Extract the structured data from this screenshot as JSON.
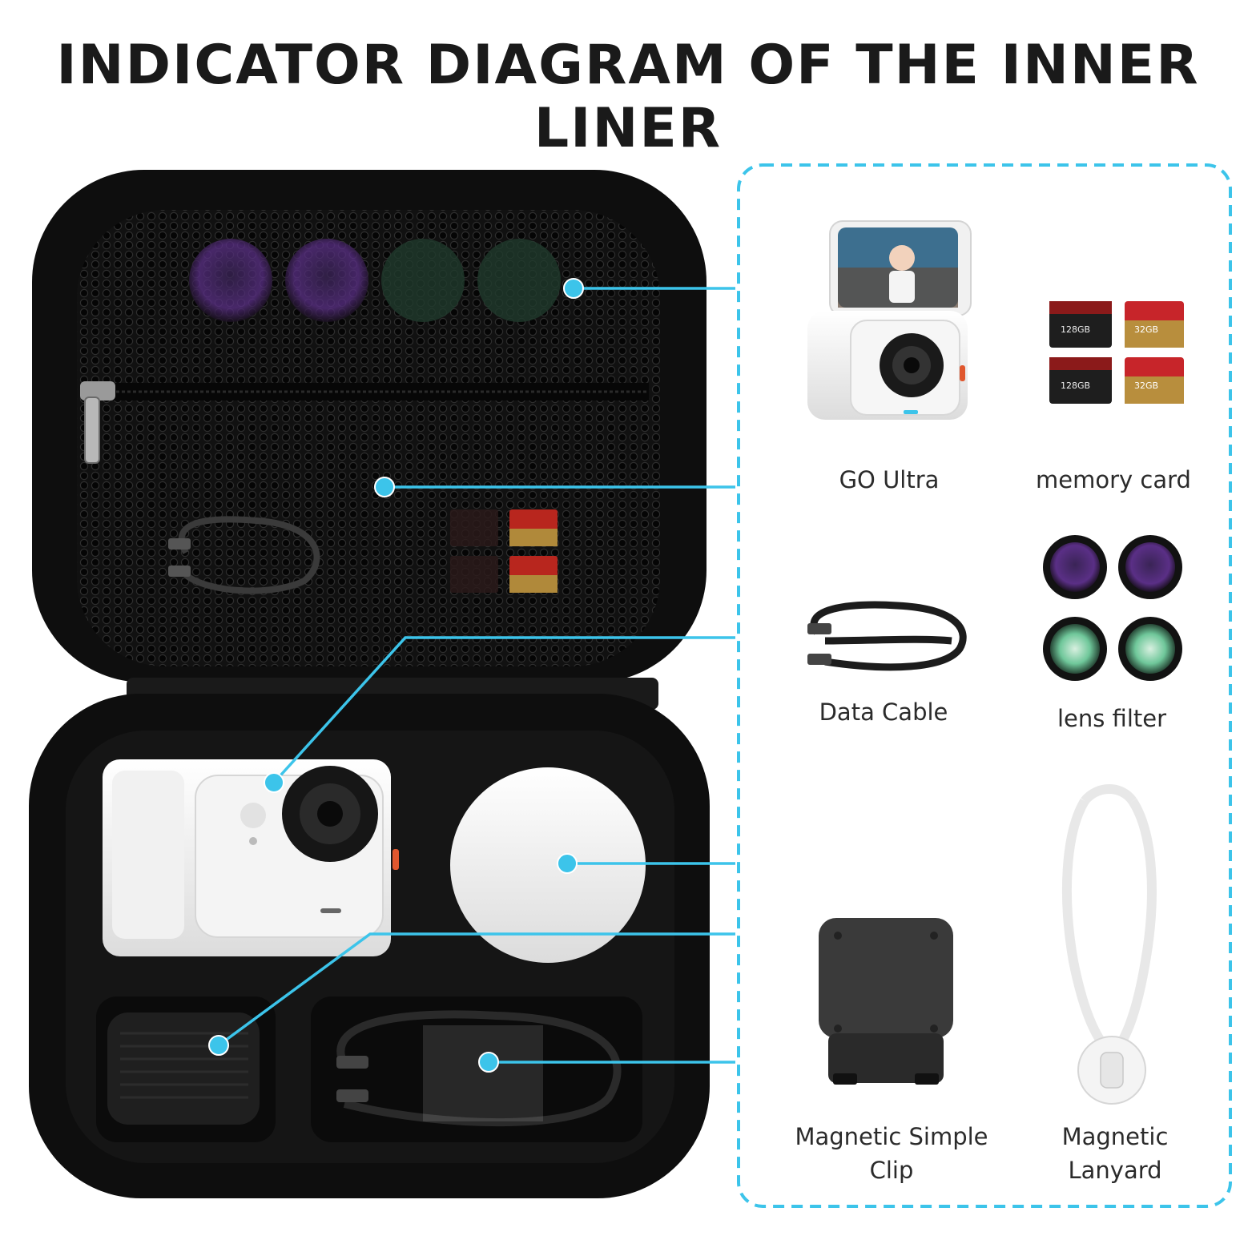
{
  "title": "INDICATOR DIAGRAM OF THE INNER LINER",
  "accent_color": "#3cc4ea",
  "items": [
    {
      "id": "go-ultra",
      "label": "GO Ultra"
    },
    {
      "id": "memory-card",
      "label": "memory card"
    },
    {
      "id": "data-cable",
      "label": "Data Cable"
    },
    {
      "id": "lens-filter",
      "label": "lens filter"
    },
    {
      "id": "magnetic-clip",
      "label_line1": "Magnetic Simple",
      "label_line2": "Clip"
    },
    {
      "id": "magnetic-lanyard",
      "label_line1": "Magnetic",
      "label_line2": "Lanyard"
    }
  ],
  "card_texts": {
    "card_a": "128GB",
    "card_b": "32GB"
  }
}
